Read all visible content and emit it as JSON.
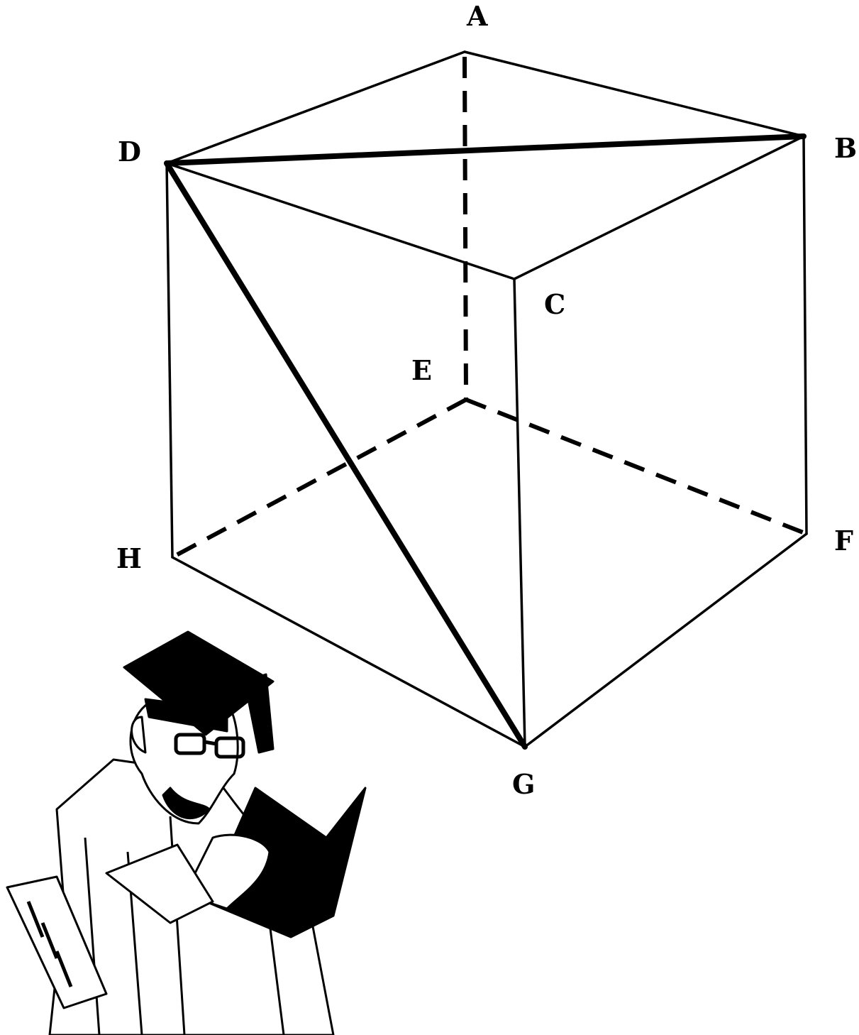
{
  "diagram": {
    "type": "cube-diagram",
    "vertices": {
      "A": "A",
      "B": "B",
      "C": "C",
      "D": "D",
      "E": "E",
      "F": "F",
      "G": "G",
      "H": "H"
    },
    "solid_edges": [
      "AB",
      "AD",
      "DC",
      "CB",
      "DH",
      "HG",
      "GF",
      "FB",
      "CG"
    ],
    "highlighted_edges": [
      "DB",
      "DG"
    ],
    "hidden_edges": [
      "AE",
      "EH",
      "EF"
    ],
    "illustration": "scholar-reading-book"
  }
}
